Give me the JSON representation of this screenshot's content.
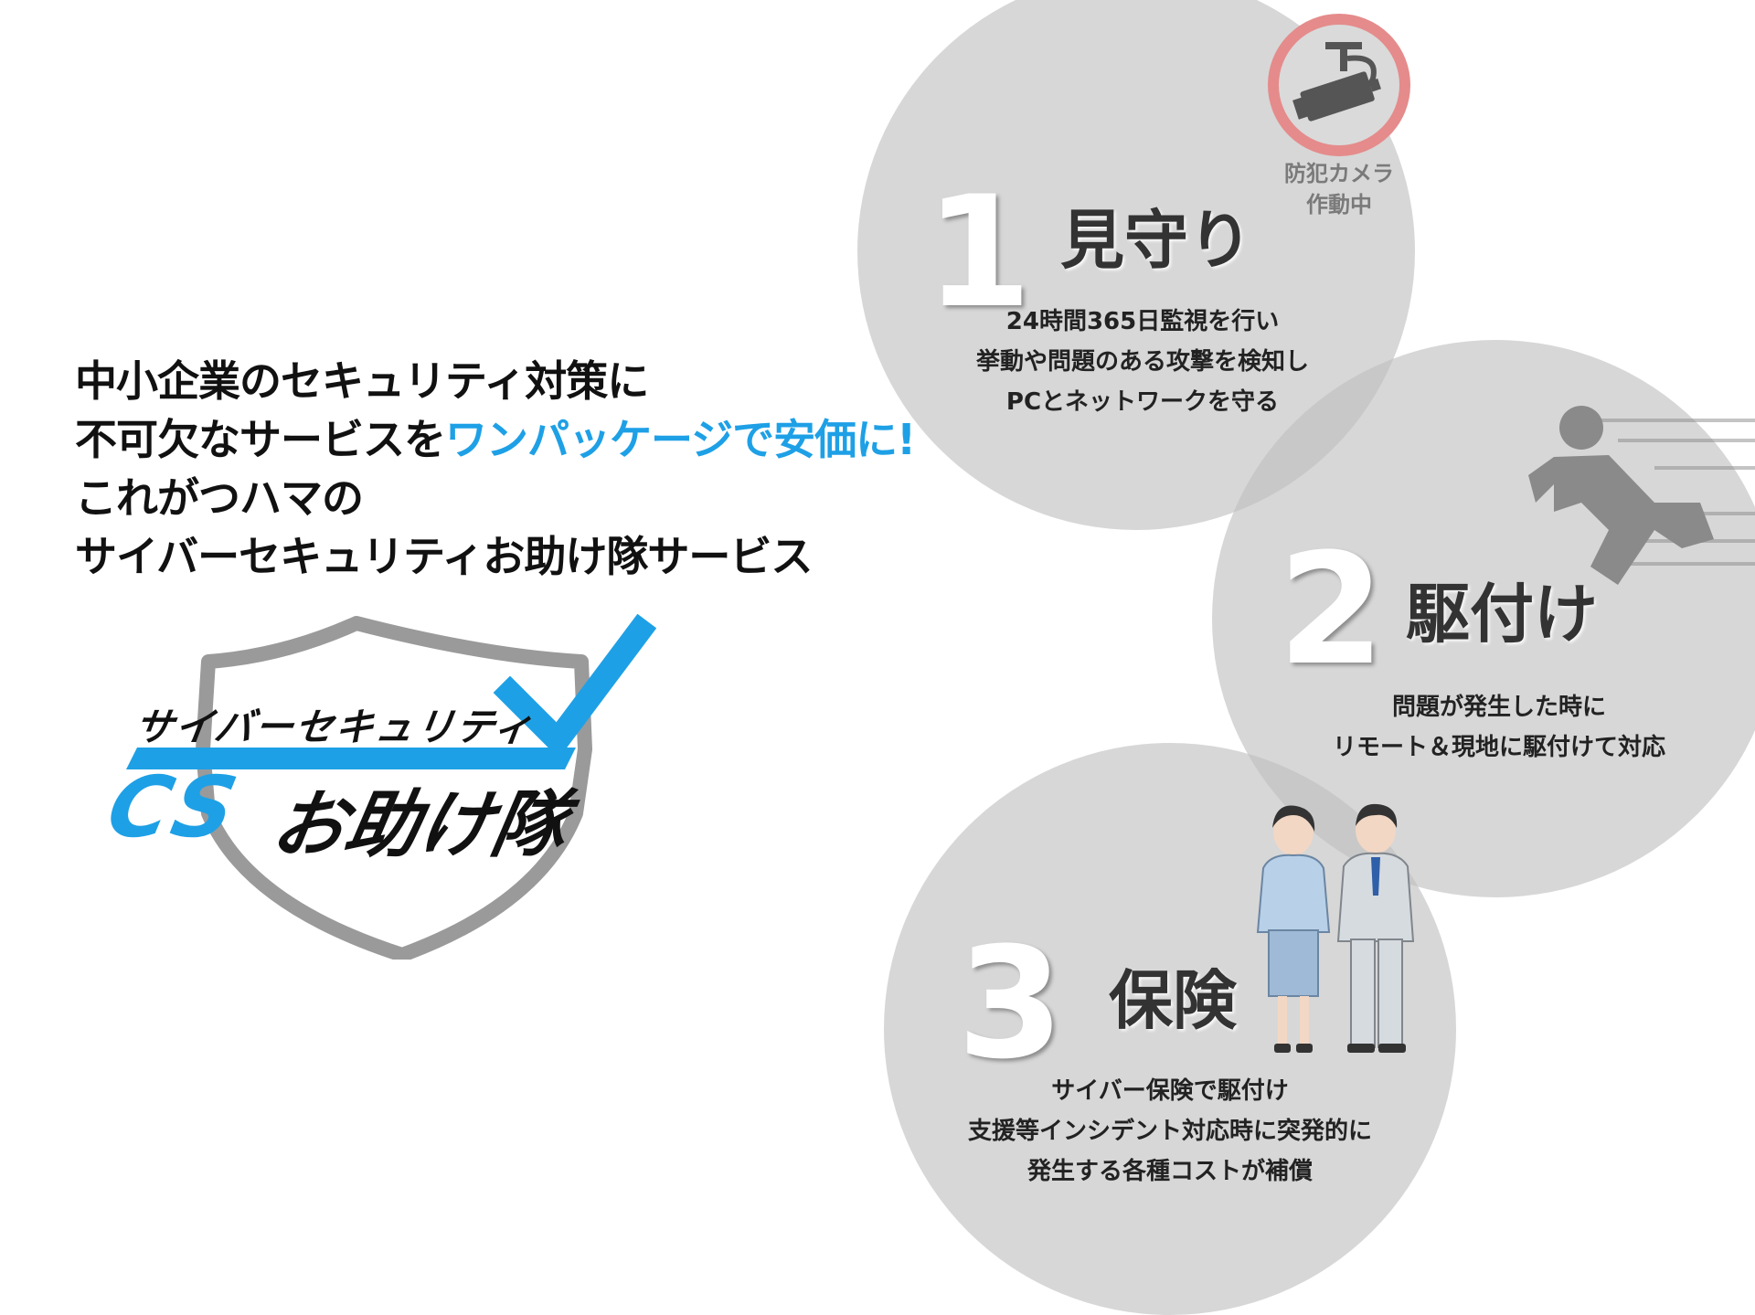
{
  "headline": {
    "line1": "中小企業のセキュリティ対策に",
    "line2_prefix": "不可欠なサービスを",
    "line2_accent": "ワンパッケージで安価に!",
    "line3": "これがつハマの",
    "line4": "サイバーセキュリティお助け隊サービス"
  },
  "logo": {
    "top_text": "サイバーセキュリティ",
    "cs_text": "CS",
    "bottom_text": "お助け隊"
  },
  "camera_sign": {
    "line1": "防犯カメラ",
    "line2": "作動中"
  },
  "steps": [
    {
      "number": "1",
      "title": "見守り",
      "lines": [
        "24時間365日監視を行い",
        "挙動や問題のある攻撃を検知し",
        "PCとネットワークを守る"
      ]
    },
    {
      "number": "2",
      "title": "駆付け",
      "lines": [
        "問題が発生した時に",
        "リモート＆現地に駆付けて対応"
      ]
    },
    {
      "number": "3",
      "title": "保険",
      "lines": [
        "サイバー保険で駆付け",
        "支援等インシデント対応時に突発的に",
        "発生する各種コストが補償"
      ]
    }
  ],
  "colors": {
    "accent": "#1ea0e6",
    "circle": "#c8c8c8",
    "shield_gray": "#9a9a9a",
    "camera_ring": "#e58b8b"
  },
  "icons": [
    "camera-icon",
    "runner-icon",
    "bowing-people-icon",
    "shield-check-icon"
  ]
}
